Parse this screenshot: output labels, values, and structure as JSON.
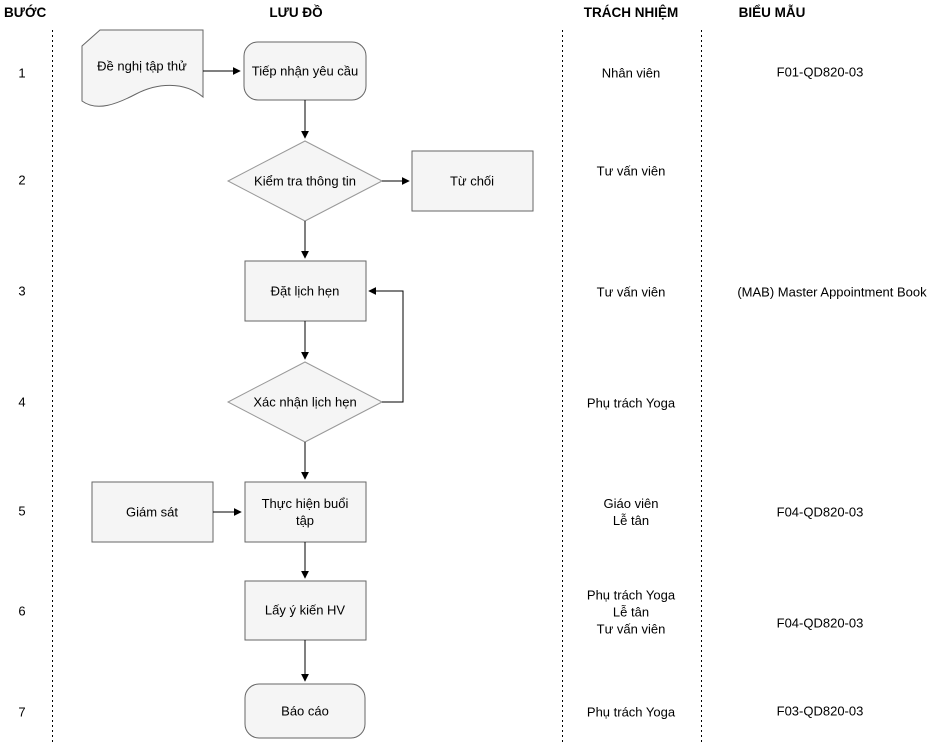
{
  "header": {
    "step_col": "BƯỚC",
    "flow_col": "LƯU ĐỒ",
    "responsibility_col": "TRÁCH NHIỆM",
    "form_col": "BIỂU MẪU"
  },
  "steps": [
    "1",
    "2",
    "3",
    "4",
    "5",
    "6",
    "7"
  ],
  "nodes": {
    "trial_request_doc": "Đề nghị tập thử",
    "receive_request": "Tiếp nhận yêu cầu",
    "check_info": "Kiểm tra thông tin",
    "reject": "Từ chối",
    "book_appointment": "Đặt lịch hẹn",
    "confirm_appointment": "Xác nhận lịch hẹn",
    "supervise": "Giám sát",
    "conduct_session": "Thực hiện buổi tập",
    "collect_feedback": "Lấy ý kiến HV",
    "report": "Báo cáo"
  },
  "responsibilities": {
    "row1": [
      "Nhân viên"
    ],
    "row2": [
      "Tư vấn viên"
    ],
    "row3": [
      "Tư vấn viên"
    ],
    "row4": [
      "Phụ trách Yoga"
    ],
    "row5": [
      "Giáo viên",
      "Lễ tân"
    ],
    "row6": [
      "Phụ trách Yoga",
      "Lễ tân",
      "Tư vấn viên"
    ],
    "row7": [
      "Phụ trách Yoga"
    ]
  },
  "forms": {
    "row1": "F01-QD820-03",
    "row3": "(MAB) Master Appointment Book",
    "row5": "F04-QD820-03",
    "row6": "F04-QD820-03",
    "row7": "F03-QD820-03"
  },
  "colors": {
    "shape_fill": "#f5f5f5",
    "shape_stroke": "#666666",
    "connector": "#000000",
    "separator": "#000000",
    "text": "#000000"
  }
}
